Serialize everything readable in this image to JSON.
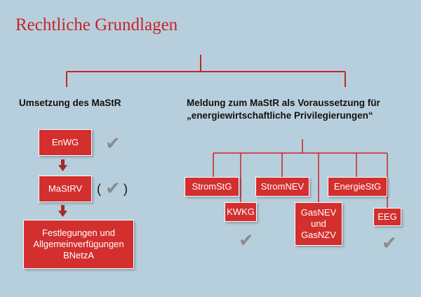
{
  "title": "Rechtliche Grundlagen",
  "left_heading": "Umsetzung des MaStR",
  "right_heading_line1": "Meldung zum MaStR als Voraussetzung für",
  "right_heading_line2": "„energiewirtschaftliche Privilegierungen“",
  "left_boxes": {
    "enwg": "EnWG",
    "mastrv": "MaStRV",
    "festlegungen": "Festlegungen und\nAllgemeinverfügungen\nBNetzA"
  },
  "mastrv_paren_open": "(",
  "mastrv_paren_close": ")",
  "right_boxes": {
    "stromstg": "StromStG",
    "stromnev": "StromNEV",
    "energiestg": "EnergieStG",
    "kwkg": "KWKG",
    "gasnev": "GasNEV\nund\nGasNZV",
    "eeg": "EEG"
  },
  "check_glyph": "✔",
  "colors": {
    "background": "#b7cfdc",
    "accent": "#c5262b",
    "box_fill": "#d32f2f",
    "check": "#8c8c8c",
    "arrow": "#a52a2a"
  },
  "icons": [
    "check-icon",
    "down-arrow-icon"
  ]
}
